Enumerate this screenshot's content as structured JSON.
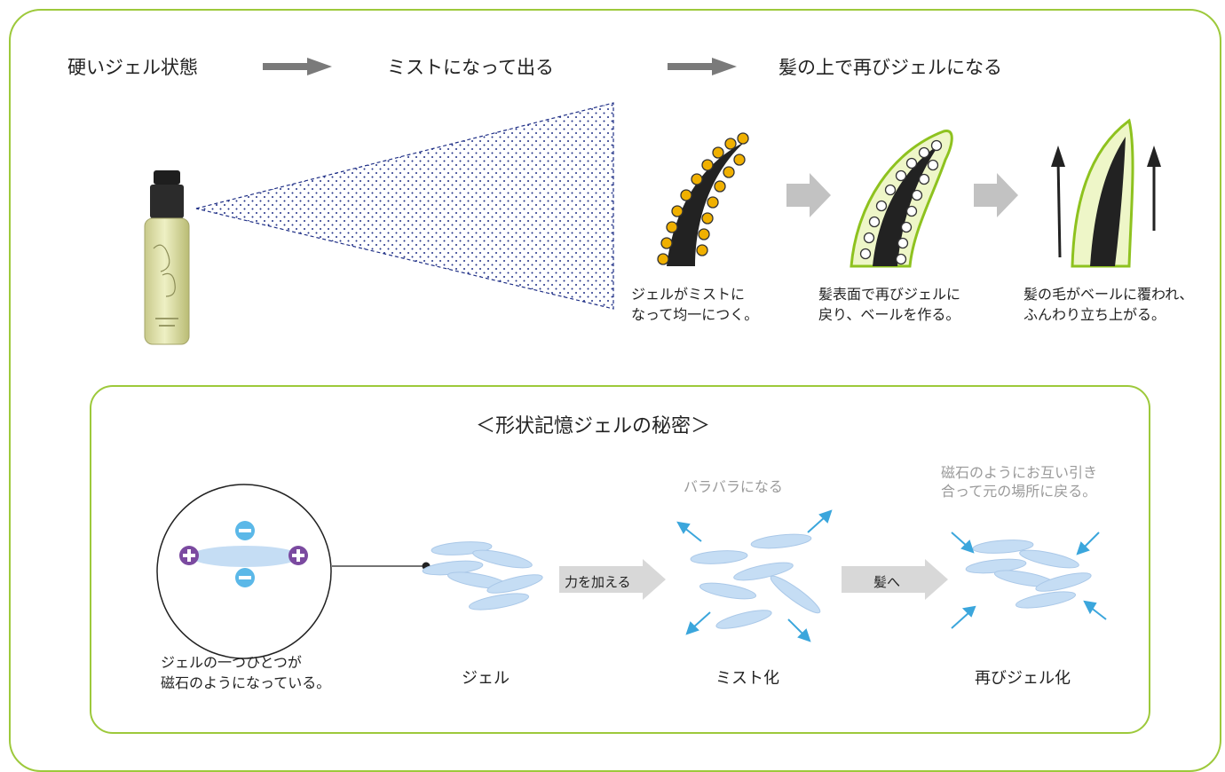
{
  "steps": {
    "solid": "硬いジェル状態",
    "mist": "ミストになって出る",
    "regel": "髪の上で再びジェルになる"
  },
  "captions": {
    "stick": "ジェルがミストに\nなって均一につく。",
    "veil": "髪表面で再びジェルに\n戻り、ベールを作る。",
    "lift": "髪の毛がベールに覆われ、\nふんわり立ち上がる。"
  },
  "secret": {
    "title": "＜形状記憶ジェルの秘密＞",
    "magnet_caption": "ジェルの一つひとつが\n磁石のようになっている。",
    "gel_label": "ジェル",
    "force_arrow": "力を加える",
    "scatter_text": "バラバラになる",
    "mist_label": "ミスト化",
    "hair_arrow": "髪へ",
    "attract_text": "磁石のようにお互い引き\n合って元の場所に戻る。",
    "regel_label": "再びジェル化"
  },
  "colors": {
    "accent_green": "#9dc93b",
    "minus_blue": "#5bb8e8",
    "plus_purple": "#7b4aa0",
    "disc_blue": "#c5ddf4",
    "dot_orange": "#f0b000",
    "spray_navy": "#1f2f86"
  }
}
